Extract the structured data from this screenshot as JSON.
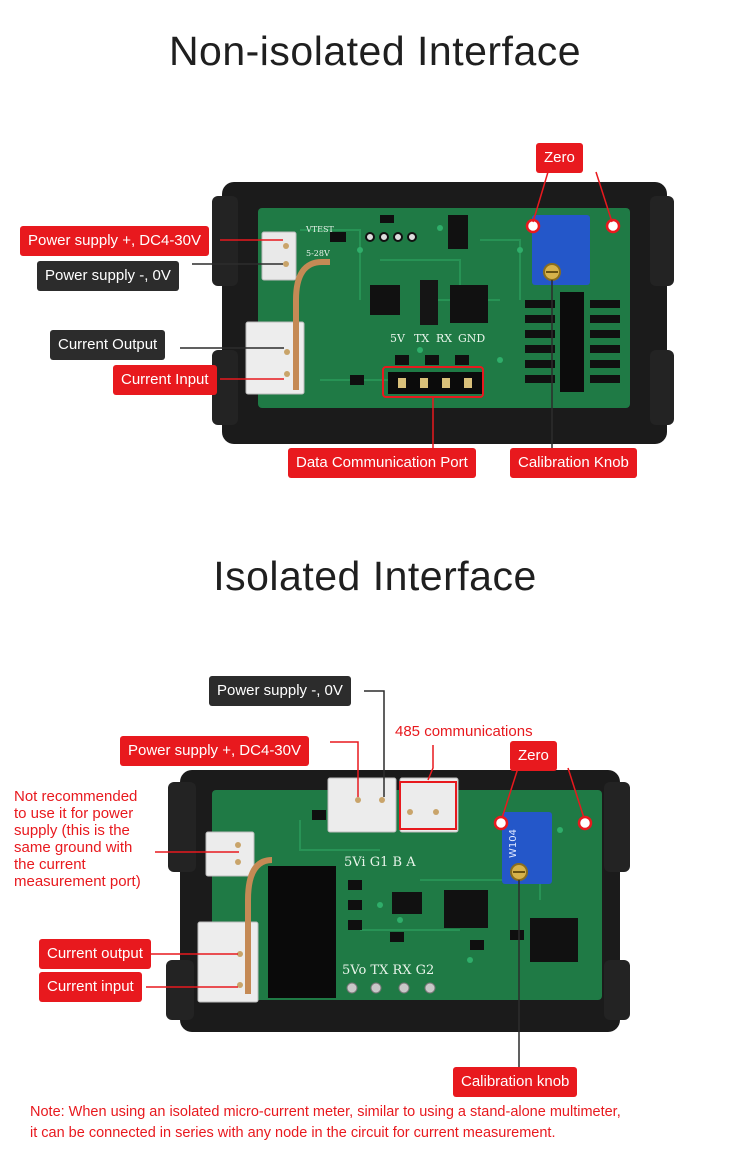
{
  "sections": [
    {
      "title": "Non-isolated Interface",
      "labels": {
        "zero": "Zero",
        "power_plus": "Power supply +, DC4-30V",
        "power_minus": "Power supply -, 0V",
        "current_output": "Current Output",
        "current_input": "Current Input",
        "data_port": "Data Communication Port",
        "calibration": "Calibration Knob"
      },
      "board_text": {
        "pins": [
          "5V",
          "TX",
          "RX",
          "GND"
        ],
        "vtest": "VTEST",
        "voltage": "5-28V"
      }
    },
    {
      "title": "Isolated Interface",
      "labels": {
        "power_minus": "Power supply -, 0V",
        "comm_485": "485 communications",
        "power_plus": "Power supply +, DC4-30V",
        "zero": "Zero",
        "not_recommended": [
          "Not recommended",
          "to use it for power",
          "supply (this is the",
          "same ground with",
          "the current",
          "measurement port)"
        ],
        "current_output": "Current output",
        "current_input": "Current input",
        "calibration": "Calibration knob"
      },
      "board_text": {
        "top_pins": "5Vi G1  B  A",
        "bottom_pins": "5Vo TX RX G2",
        "pot": "W104"
      }
    }
  ],
  "note": [
    "Note: When using an isolated micro-current meter, similar to using a stand-alone multimeter,",
    "it can be connected in series with any node in the circuit for current measurement."
  ],
  "colors": {
    "label_red": "#e8191e",
    "label_dark": "#2c2c2c",
    "pcb_green": "#1f7a45",
    "housing": "#1b1b1b",
    "pot_blue": "#2457c9"
  }
}
